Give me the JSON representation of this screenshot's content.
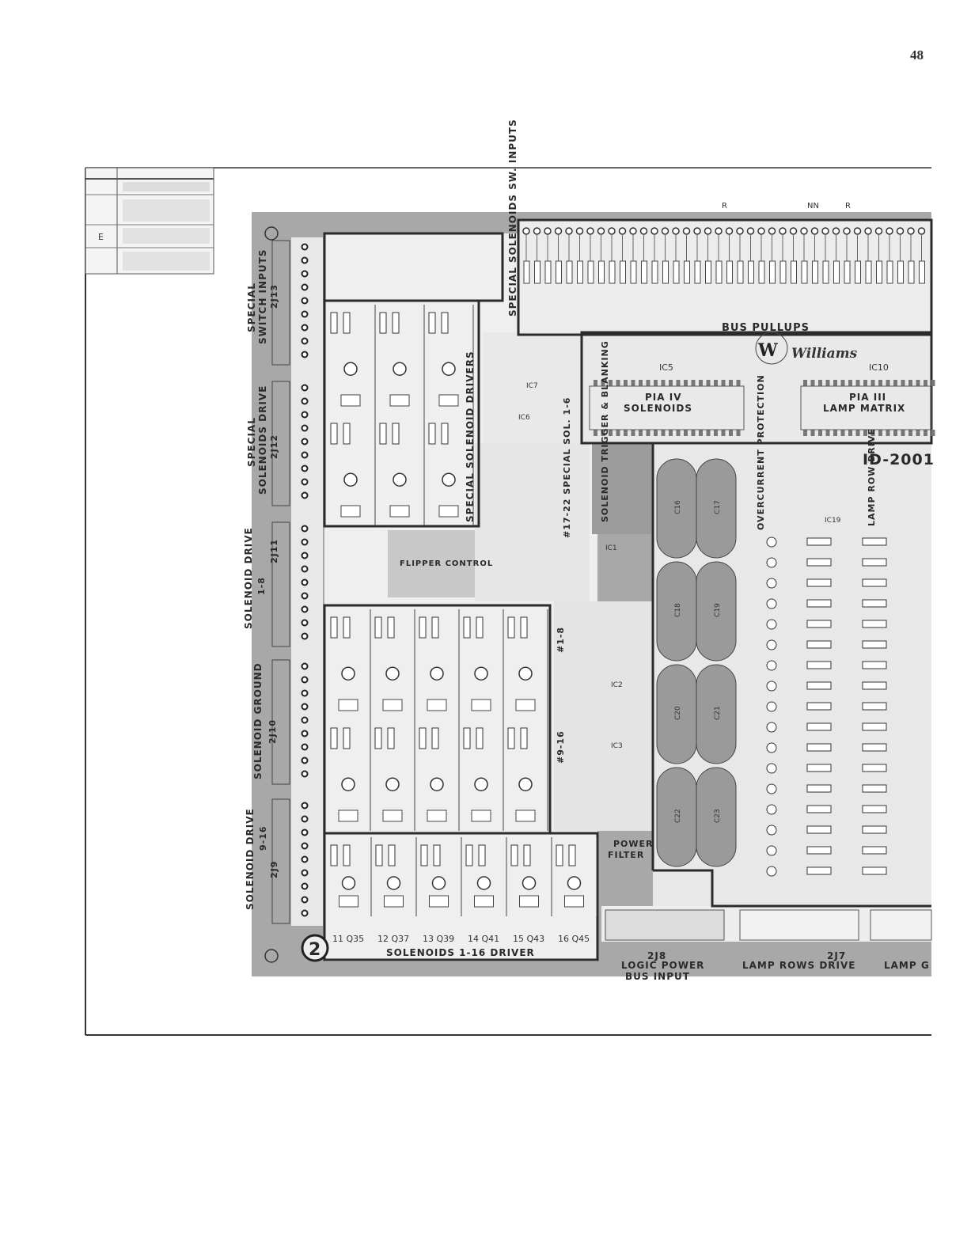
{
  "page_number": "48",
  "legend": {
    "rows": [
      "E"
    ]
  },
  "top_marks": [
    "R",
    "NN",
    "R"
  ],
  "connectors": {
    "j13": {
      "title1": "SPECIAL",
      "title2": "SWITCH INPUTS",
      "ref": "2J13"
    },
    "j12": {
      "title1": "SPECIAL",
      "title2": "SOLENOIDS DRIVE",
      "ref": "2J12"
    },
    "j11": {
      "title1": "SOLENOID DRIVE",
      "title2": "1-8",
      "ref": "2J11"
    },
    "j10": {
      "title1": "SOLENOID GROUND",
      "ref": "2J10"
    },
    "j9": {
      "title1": "SOLENOID DRIVE",
      "title2": "9-16",
      "ref": "2J9"
    },
    "j8": {
      "ref": "2J8",
      "title1": "LOGIC POWER",
      "title2": "BUS INPUT"
    },
    "j7": {
      "ref": "2J7",
      "title1": "LAMP ROWS DRIVE"
    },
    "j6": {
      "title1": "LAMP G"
    }
  },
  "board": {
    "board_number": "2",
    "driver_title": "SOLENOIDS 1-16 DRIVER",
    "special_sw": "SPECIAL SOLENOIDS SW. INPUTS",
    "special_drv": "SPECIAL SOLENOID DRIVERS",
    "bus_pullups": "BUS PULLUPS",
    "brand": "Williams",
    "ic5": "IC5",
    "pia4_1": "PIA IV",
    "pia4_2": "SOLENOIDS",
    "ic10": "IC10",
    "pia3_1": "PIA III",
    "pia3_2": "LAMP MATRIX",
    "id": "ID-2001",
    "ic7": "IC7",
    "ic6": "IC6",
    "ic1": "IC1",
    "ic2": "IC2",
    "ic3": "IC3",
    "ic19": "IC19",
    "blanking": "SOLENOID TRIGGER & BLANKING",
    "special_sol": "#17-22 SPECIAL SOL. 1-6",
    "sol_9_16": "#1-8",
    "sol_3_16": "#9-16",
    "overcurrent": "OVERCURRENT PROTECTION",
    "lamp_row": "LAMP ROW DRIVE",
    "power_filter_1": "POWER",
    "power_filter_2": "FILTER",
    "flipper": "FLIPPER CONTROL",
    "driver_nums": [
      "11",
      "12",
      "13",
      "14",
      "15",
      "16"
    ],
    "driver_q": [
      "Q35",
      "Q37",
      "Q39",
      "Q41",
      "Q43",
      "Q45"
    ],
    "caps": [
      "C16",
      "C17",
      "C18",
      "C19",
      "C20",
      "C21",
      "C22",
      "C23"
    ]
  }
}
